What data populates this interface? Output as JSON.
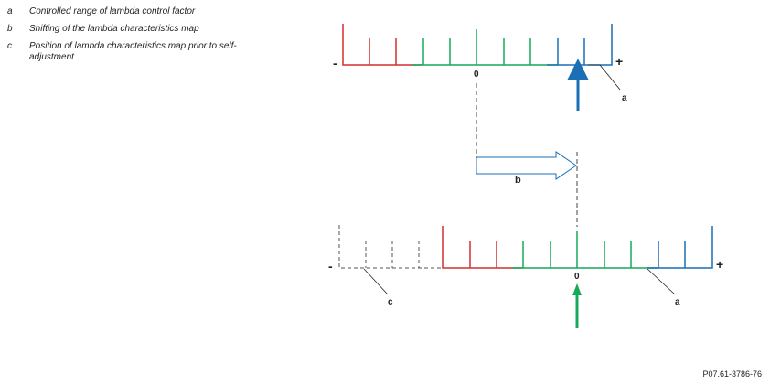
{
  "legend": [
    {
      "key": "a",
      "text": "Controlled range of lambda control factor"
    },
    {
      "key": "b",
      "text": "Shifting of the lambda characteristics map"
    },
    {
      "key": "c",
      "text": "Position of lambda characteristics map prior to self-adjustment"
    }
  ],
  "labels": {
    "minus": "-",
    "plus": "+",
    "zero": "0",
    "a": "a",
    "b": "b",
    "c": "c"
  },
  "colors": {
    "red": "#d32f2f",
    "green": "#17a95a",
    "blue": "#1a6fb5",
    "dashed": "#555555",
    "text": "#222222"
  },
  "reference": "P07.61-3786-76"
}
